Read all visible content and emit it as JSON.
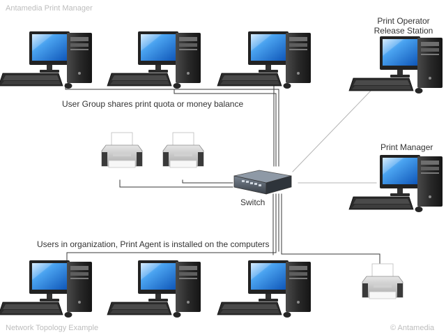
{
  "header": {
    "app_title": "Antamedia Print Manager"
  },
  "footer": {
    "left_caption": "Network Topology Example",
    "copyright": "© Antamedia"
  },
  "labels": {
    "user_group": "User Group shares print quota or money balance",
    "switch": "Switch",
    "release_station_line1": "Print Operator",
    "release_station_line2": "Release Station",
    "print_manager": "Print Manager",
    "org_users": "Users in organization, Print Agent is installed on the computers"
  },
  "colors": {
    "wire": "#3a3a3a",
    "wire_light": "#b5b5b5",
    "screen": "#3a8fe0",
    "case_dark": "#1f1f1f",
    "switch_body": "#5b6470"
  }
}
